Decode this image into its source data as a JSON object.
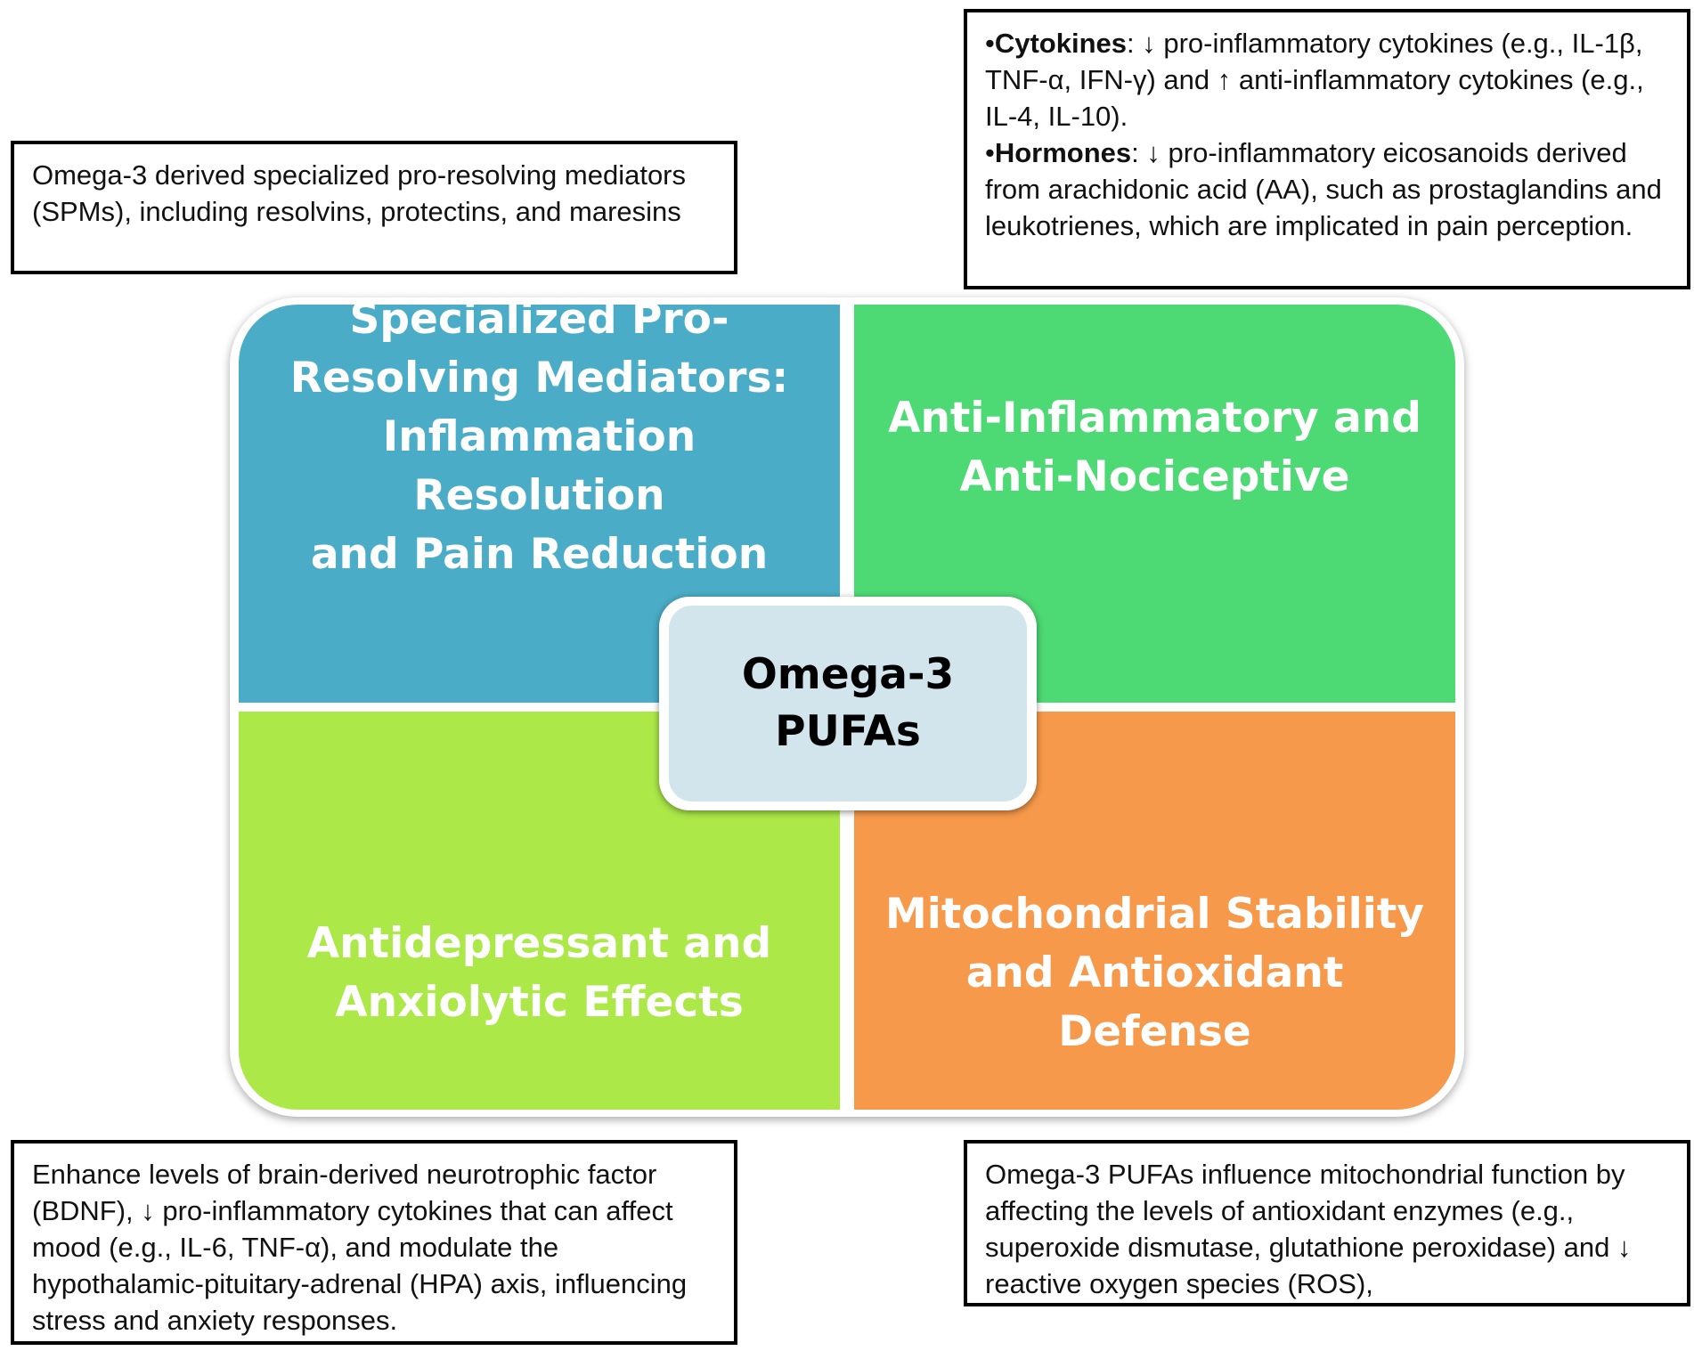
{
  "center": {
    "line1": "Omega-3",
    "line2": "PUFAs"
  },
  "quadrants": {
    "top_left": {
      "lines": [
        "Specialized Pro-",
        "Resolving Mediators:",
        "Inflammation Resolution",
        "and Pain Reduction"
      ],
      "color": "#4aacc6"
    },
    "top_right": {
      "lines": [
        "Anti-Inflammatory and",
        "Anti-Nociceptive"
      ],
      "color": "#4dd973"
    },
    "bottom_left": {
      "lines": [
        "Antidepressant and",
        "Anxiolytic Effects"
      ],
      "color": "#abe848"
    },
    "bottom_right": {
      "lines": [
        "Mitochondrial Stability",
        "and Antioxidant Defense"
      ],
      "color": "#f6994b"
    }
  },
  "notes": {
    "top_left": "Omega-3 derived specialized pro-resolving mediators (SPMs), including resolvins, protectins, and maresins",
    "top_right": {
      "cytokines_label": "Cytokines",
      "cytokines_text": ": ↓ pro-inflammatory cytokines (e.g., IL-1β, TNF-α, IFN-γ) and ↑ anti-inflammatory cytokines (e.g., IL-4, IL-10).",
      "hormones_label": "Hormones",
      "hormones_text": ": ↓  pro-inflammatory eicosanoids derived from arachidonic acid (AA), such as prostaglandins and leukotrienes, which are implicated in pain perception."
    },
    "bottom_left": "Enhance levels of brain-derived neurotrophic factor (BDNF), ↓ pro-inflammatory cytokines that can affect mood (e.g., IL-6, TNF-α), and modulate the hypothalamic-pituitary-adrenal (HPA) axis, influencing stress and anxiety responses.",
    "bottom_right": "Omega-3 PUFAs influence mitochondrial function by affecting the levels of antioxidant enzymes (e.g., superoxide dismutase, glutathione peroxidase) and ↓ reactive oxygen species (ROS),"
  }
}
